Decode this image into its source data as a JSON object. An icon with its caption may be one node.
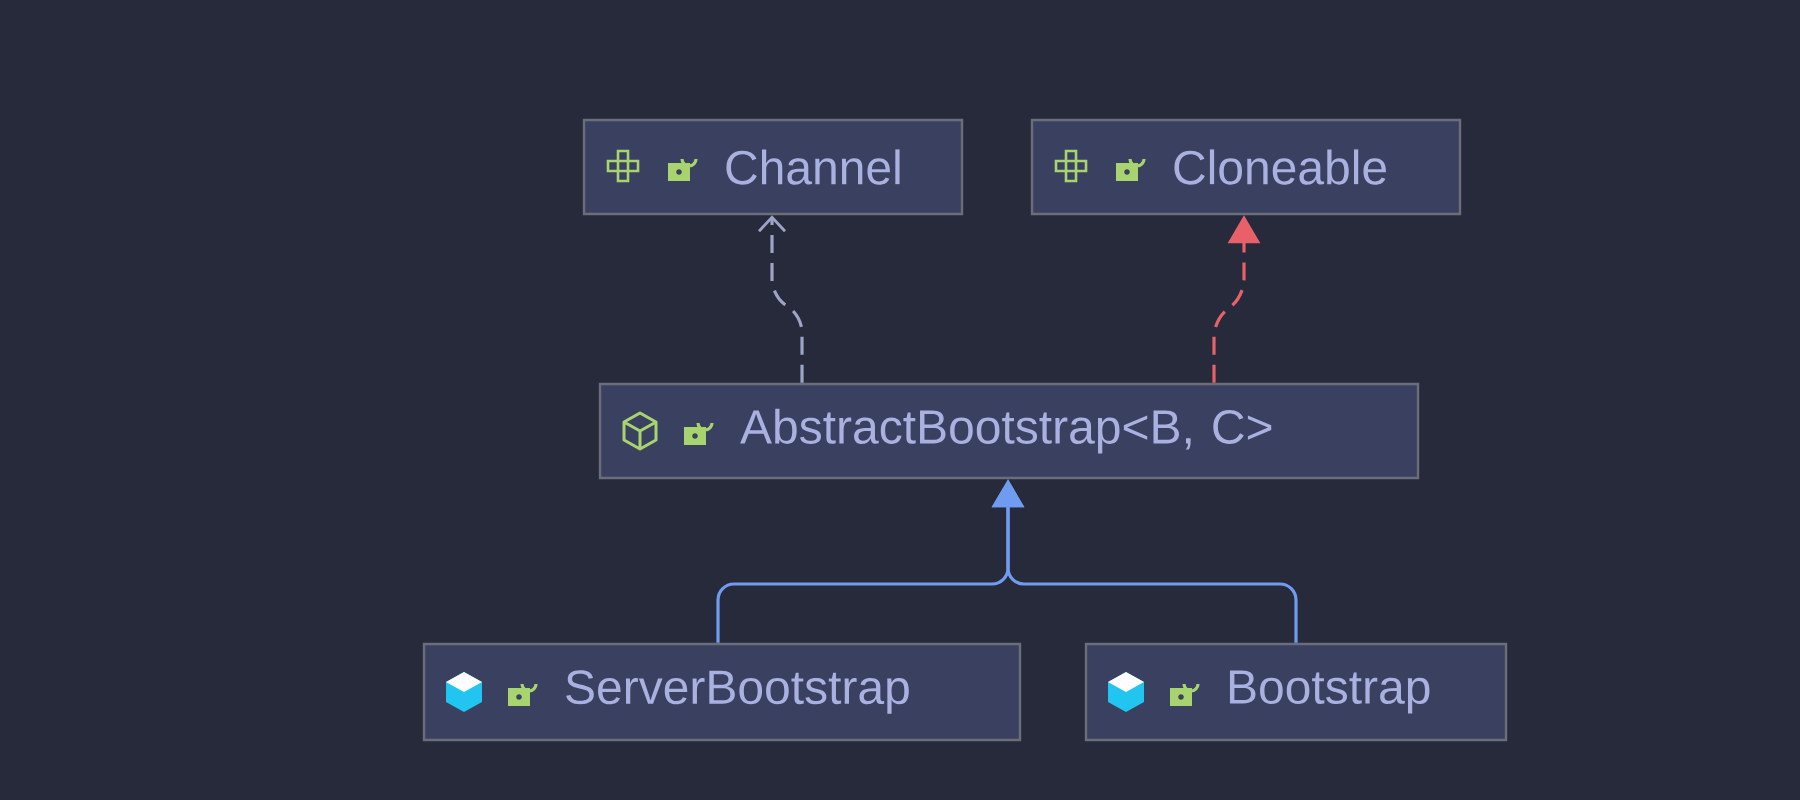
{
  "diagram": {
    "nodes": [
      {
        "text": [
          "Channel"
        ]
      },
      {
        "text": [
          "Cloneable"
        ]
      },
      {
        "text": [
          "AbstractBootstrap<B, C>"
        ]
      },
      {
        "text": [
          "ServerBootstrap"
        ]
      },
      {
        "text": [
          "Bootstrap"
        ]
      }
    ],
    "edges": [
      {
        "from": 2,
        "to": 0,
        "arrow": "to",
        "style": "dashed",
        "color": "#9ea4c8"
      },
      {
        "from": 2,
        "to": 1,
        "arrow": "to",
        "style": "dashed",
        "color": "#e8606a"
      },
      {
        "from": 3,
        "to": 2,
        "arrow": "to"
      },
      {
        "from": 4,
        "to": 2,
        "arrow": "to"
      }
    ]
  }
}
